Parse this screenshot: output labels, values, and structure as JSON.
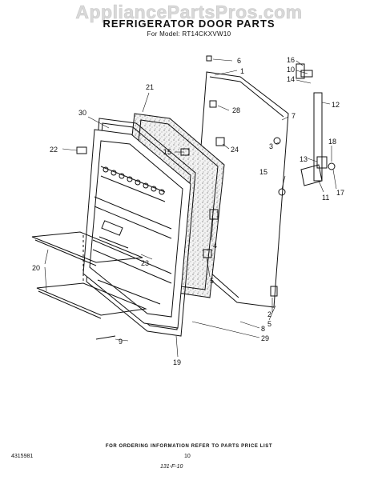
{
  "watermark": "AppliancePartsPros.com",
  "header": {
    "title": "REFRIGERATOR DOOR PARTS",
    "subtitle": "For Model: RT14CKXVW10"
  },
  "callouts": {
    "c1": "1",
    "c2": "2",
    "c3": "3",
    "c4": "4",
    "c5a": "5",
    "c5b": "5",
    "c6": "6",
    "c7": "7",
    "c8": "8",
    "c9": "9",
    "c10": "10",
    "c11": "11",
    "c12": "12",
    "c13": "13",
    "c14": "14",
    "c15a": "15",
    "c15b": "15",
    "c16": "16",
    "c17": "17",
    "c18": "18",
    "c19": "19",
    "c20": "20",
    "c21": "21",
    "c22": "22",
    "c23": "23",
    "c24": "24",
    "c28": "28",
    "c29": "29",
    "c30": "30"
  },
  "footer": {
    "note": "FOR ORDERING INFORMATION REFER TO PARTS PRICE LIST",
    "doc_code": "4315981",
    "page": "10",
    "hand_code": "131-F-10"
  }
}
